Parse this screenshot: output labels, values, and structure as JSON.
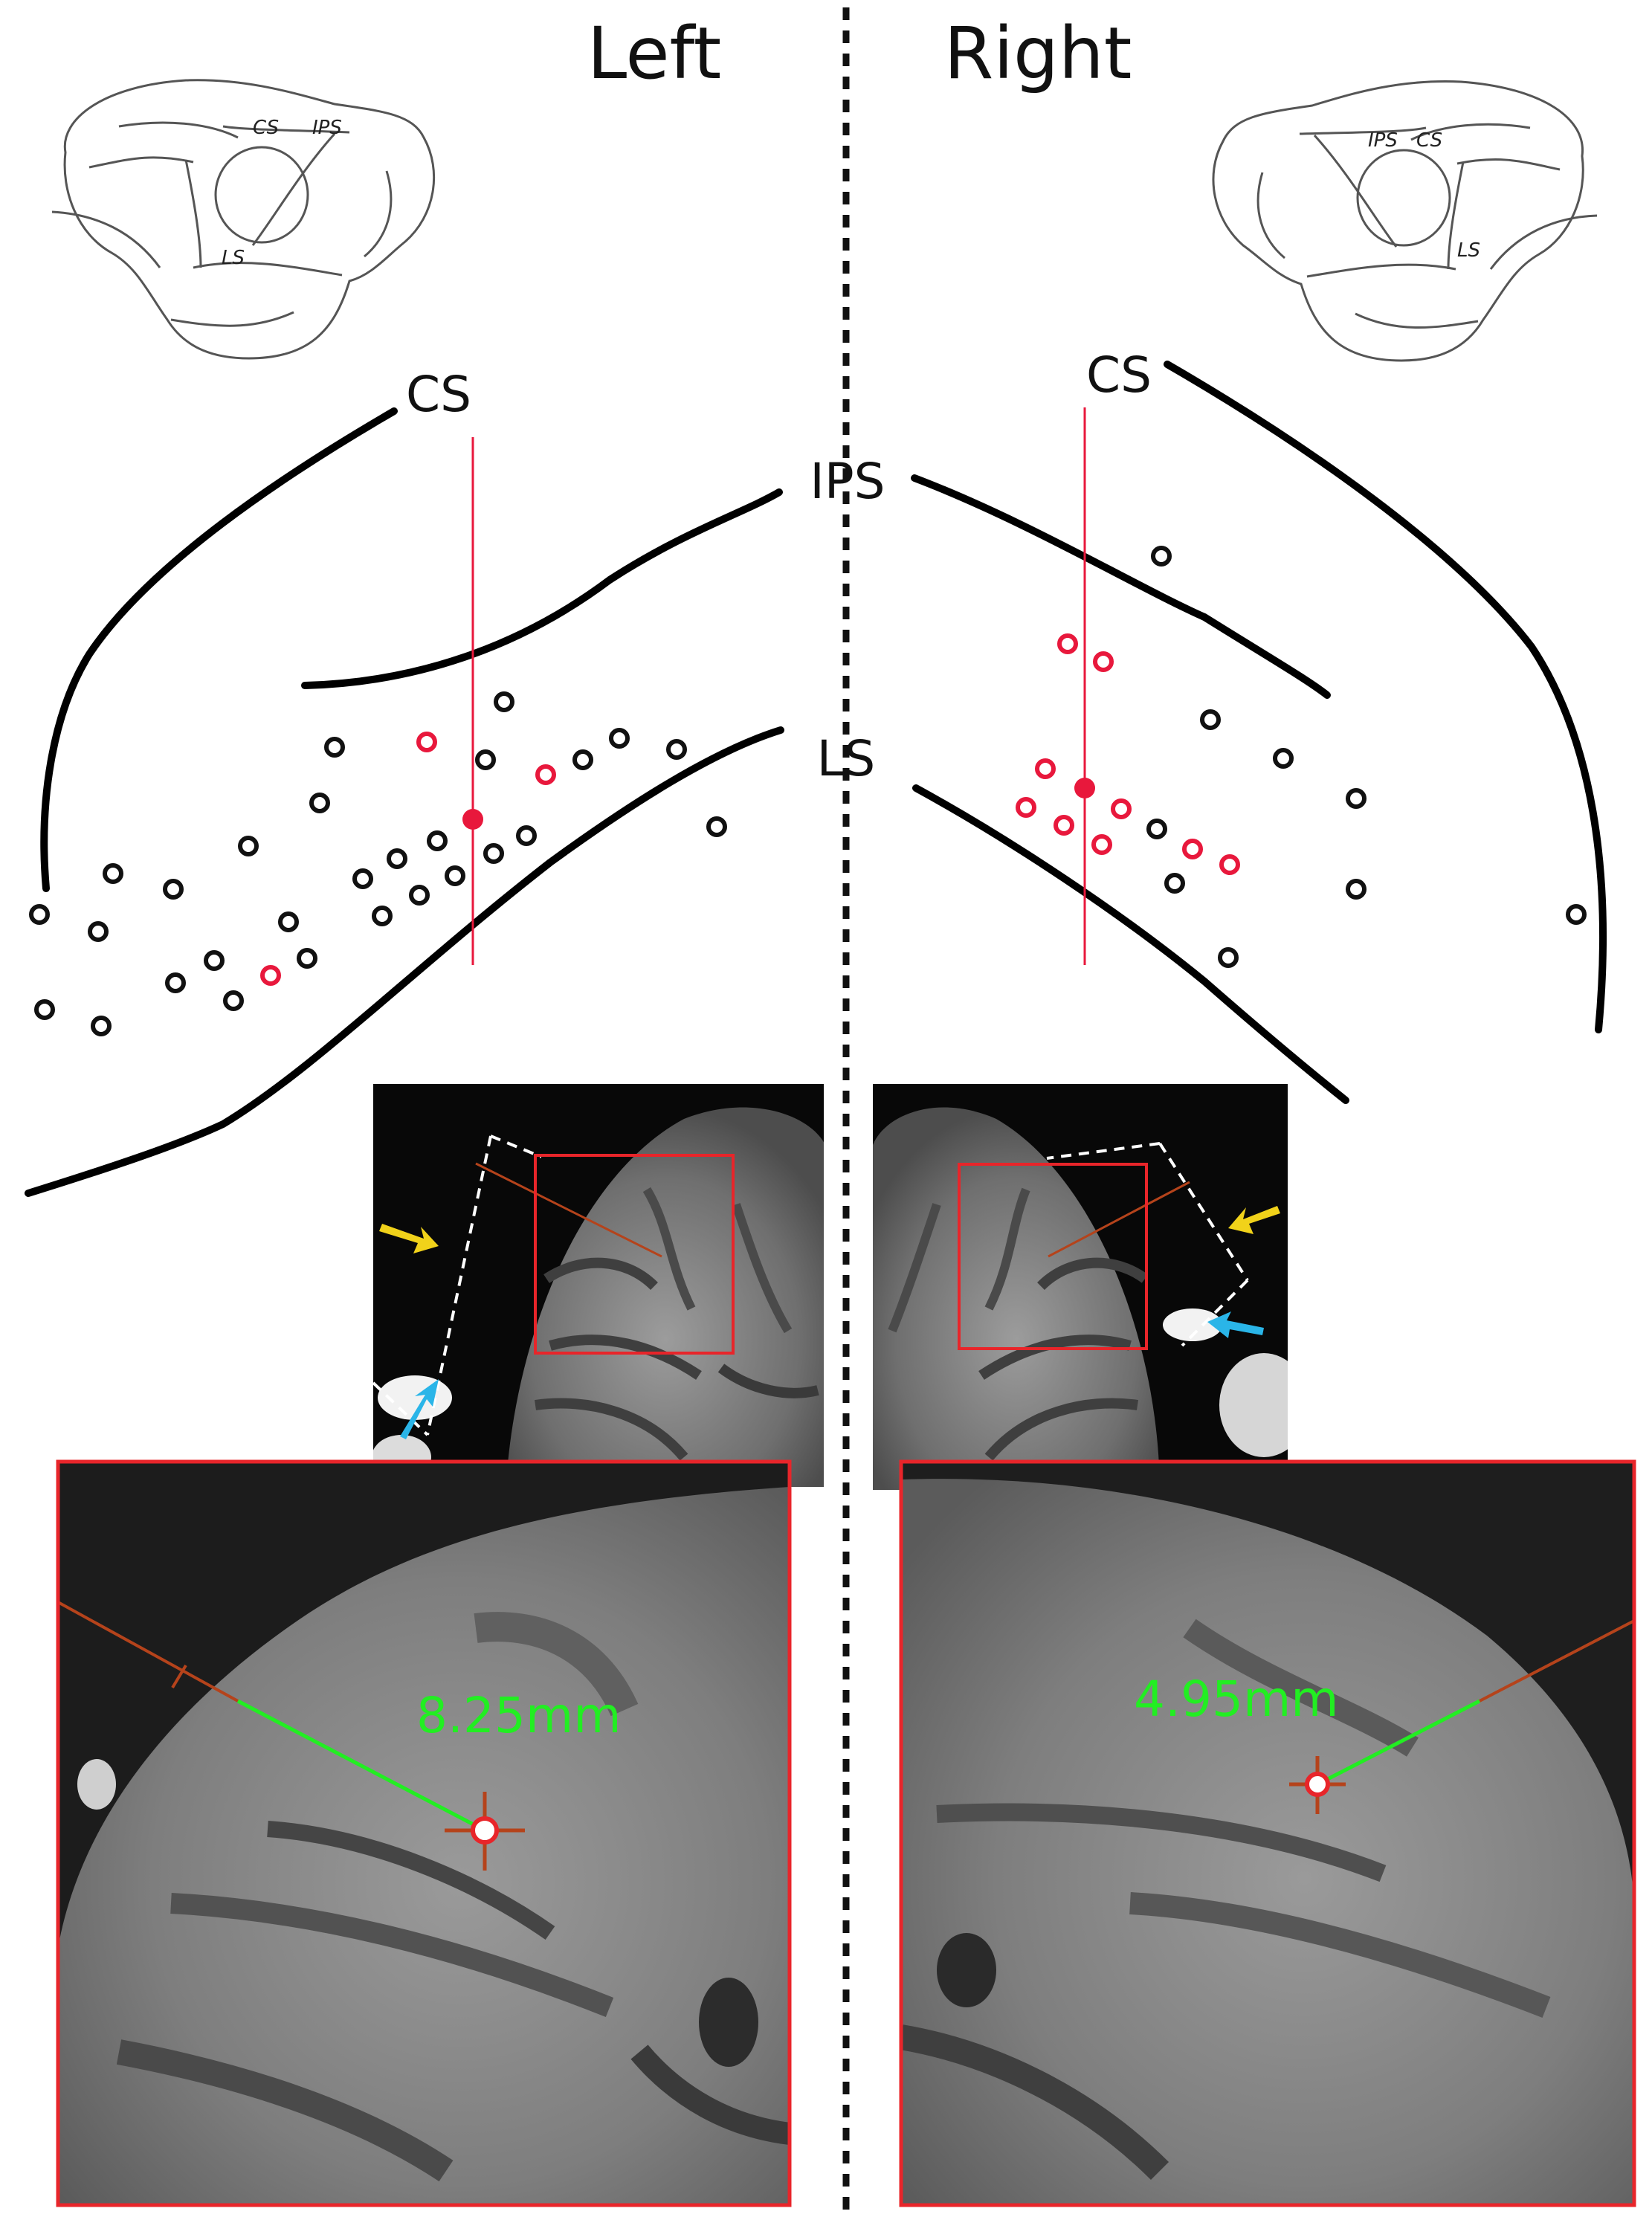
{
  "figure": {
    "headers": {
      "left": "Left",
      "right": "Right"
    },
    "left_brain_labels": {
      "cs": "CS",
      "ips": "IPS",
      "ls": "LS"
    },
    "right_brain_labels": {
      "cs": "CS",
      "ips": "IPS",
      "ls": "LS"
    },
    "left_sulci": {
      "cs": "CS"
    },
    "center_sulci": {
      "ips": "IPS",
      "ls": "LS"
    },
    "right_sulci": {
      "cs": "CS"
    },
    "left_distance": "8.25mm",
    "right_distance": "4.95mm",
    "colors": {
      "sulcus_line": "#000000",
      "highlight_site": "#e8183c",
      "ordinary_site": "#111111",
      "reference_line": "#e8183c",
      "zoom_frame": "#e8252a",
      "distance_line": "#22ee22",
      "distance_text": "#22ee22",
      "trajectory_line": "#b5431b",
      "yellow_arrow": "#f1d21a",
      "cyan_arrow": "#2ab5e8"
    },
    "icons": [
      "macaque-brain-left",
      "macaque-brain-right",
      "yellow-arrow-icon",
      "cyan-arrow-icon",
      "target-crosshair-icon"
    ]
  }
}
